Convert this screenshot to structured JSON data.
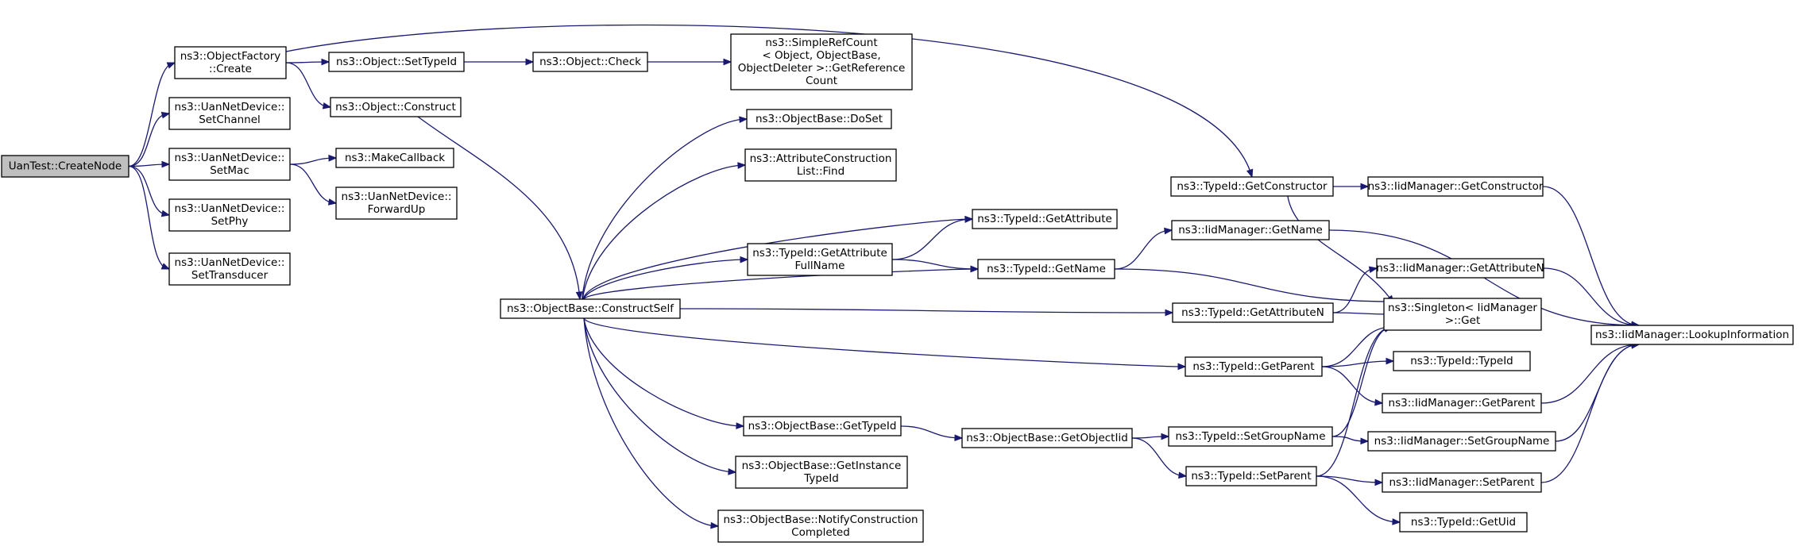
{
  "diagram": {
    "type": "call-graph",
    "nodes": [
      {
        "id": "create_node",
        "lines": [
          "UanTest::CreateNode"
        ],
        "root": true
      },
      {
        "id": "objfactory_create",
        "lines": [
          "ns3::ObjectFactory",
          "::Create"
        ]
      },
      {
        "id": "uan_setchannel",
        "lines": [
          "ns3::UanNetDevice::",
          "SetChannel"
        ]
      },
      {
        "id": "uan_setmac",
        "lines": [
          "ns3::UanNetDevice::",
          "SetMac"
        ]
      },
      {
        "id": "uan_setphy",
        "lines": [
          "ns3::UanNetDevice::",
          "SetPhy"
        ]
      },
      {
        "id": "uan_settransducer",
        "lines": [
          "ns3::UanNetDevice::",
          "SetTransducer"
        ]
      },
      {
        "id": "object_settypeid",
        "lines": [
          "ns3::Object::SetTypeId"
        ]
      },
      {
        "id": "object_construct",
        "lines": [
          "ns3::Object::Construct"
        ]
      },
      {
        "id": "make_callback",
        "lines": [
          "ns3::MakeCallback"
        ]
      },
      {
        "id": "uan_forwardup",
        "lines": [
          "ns3::UanNetDevice::",
          "ForwardUp"
        ]
      },
      {
        "id": "object_check",
        "lines": [
          "ns3::Object::Check"
        ]
      },
      {
        "id": "simplerefcount",
        "lines": [
          "ns3::SimpleRefCount",
          "< Object, ObjectBase,",
          "ObjectDeleter >::GetReference",
          "Count"
        ]
      },
      {
        "id": "objbase_constructself",
        "lines": [
          "ns3::ObjectBase::ConstructSelf"
        ]
      },
      {
        "id": "objbase_doset",
        "lines": [
          "ns3::ObjectBase::DoSet"
        ]
      },
      {
        "id": "attrconstr_find",
        "lines": [
          "ns3::AttributeConstruction",
          "List::Find"
        ]
      },
      {
        "id": "typeid_getattribute",
        "lines": [
          "ns3::TypeId::GetAttribute"
        ]
      },
      {
        "id": "typeid_getattrfullname",
        "lines": [
          "ns3::TypeId::GetAttribute",
          "FullName"
        ]
      },
      {
        "id": "typeid_getname",
        "lines": [
          "ns3::TypeId::GetName"
        ]
      },
      {
        "id": "objbase_gettypeid",
        "lines": [
          "ns3::ObjectBase::GetTypeId"
        ]
      },
      {
        "id": "objbase_getinstancetypeid",
        "lines": [
          "ns3::ObjectBase::GetInstance",
          "TypeId"
        ]
      },
      {
        "id": "objbase_notifyconstr",
        "lines": [
          "ns3::ObjectBase::NotifyConstruction",
          "Completed"
        ]
      },
      {
        "id": "typeid_getconstructor",
        "lines": [
          "ns3::TypeId::GetConstructor"
        ]
      },
      {
        "id": "iid_getname",
        "lines": [
          "ns3::IidManager::GetName"
        ]
      },
      {
        "id": "typeid_getattributen",
        "lines": [
          "ns3::TypeId::GetAttributeN"
        ]
      },
      {
        "id": "typeid_getparent",
        "lines": [
          "ns3::TypeId::GetParent"
        ]
      },
      {
        "id": "objbase_getobjectiid",
        "lines": [
          "ns3::ObjectBase::GetObjectIid"
        ]
      },
      {
        "id": "typeid_setgroupname",
        "lines": [
          "ns3::TypeId::SetGroupName"
        ]
      },
      {
        "id": "typeid_setparent",
        "lines": [
          "ns3::TypeId::SetParent"
        ]
      },
      {
        "id": "iid_getconstructor",
        "lines": [
          "ns3::IidManager::GetConstructor"
        ]
      },
      {
        "id": "iid_getattributen",
        "lines": [
          "ns3::IidManager::GetAttributeN"
        ]
      },
      {
        "id": "singleton_get",
        "lines": [
          "ns3::Singleton< IidManager",
          ">::Get"
        ]
      },
      {
        "id": "typeid_typeid",
        "lines": [
          "ns3::TypeId::TypeId"
        ]
      },
      {
        "id": "iid_getparent",
        "lines": [
          "ns3::IidManager::GetParent"
        ]
      },
      {
        "id": "iid_setgroupname",
        "lines": [
          "ns3::IidManager::SetGroupName"
        ]
      },
      {
        "id": "iid_setparent",
        "lines": [
          "ns3::IidManager::SetParent"
        ]
      },
      {
        "id": "typeid_getuid",
        "lines": [
          "ns3::TypeId::GetUid"
        ]
      },
      {
        "id": "iid_lookupinformation",
        "lines": [
          "ns3::IidManager::LookupInformation"
        ]
      }
    ]
  }
}
